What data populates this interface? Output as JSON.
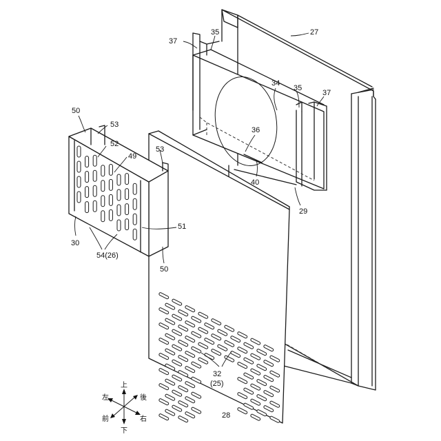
{
  "labels": {
    "l27": "27",
    "l37a": "37",
    "l35a": "35",
    "l34": "34",
    "l35b": "35",
    "l37b": "37",
    "l36": "36",
    "l40": "40",
    "l29": "29",
    "l50a": "50",
    "l53a": "53",
    "l52": "52",
    "l49": "49",
    "l53b": "53",
    "l51": "51",
    "l30": "30",
    "l54": "54(26)",
    "l50b": "50",
    "l32": "32",
    "l25": "(25)",
    "l28": "28"
  },
  "compass": {
    "up": "上",
    "down": "下",
    "left": "左",
    "right": "右",
    "front": "前",
    "back": "後"
  }
}
